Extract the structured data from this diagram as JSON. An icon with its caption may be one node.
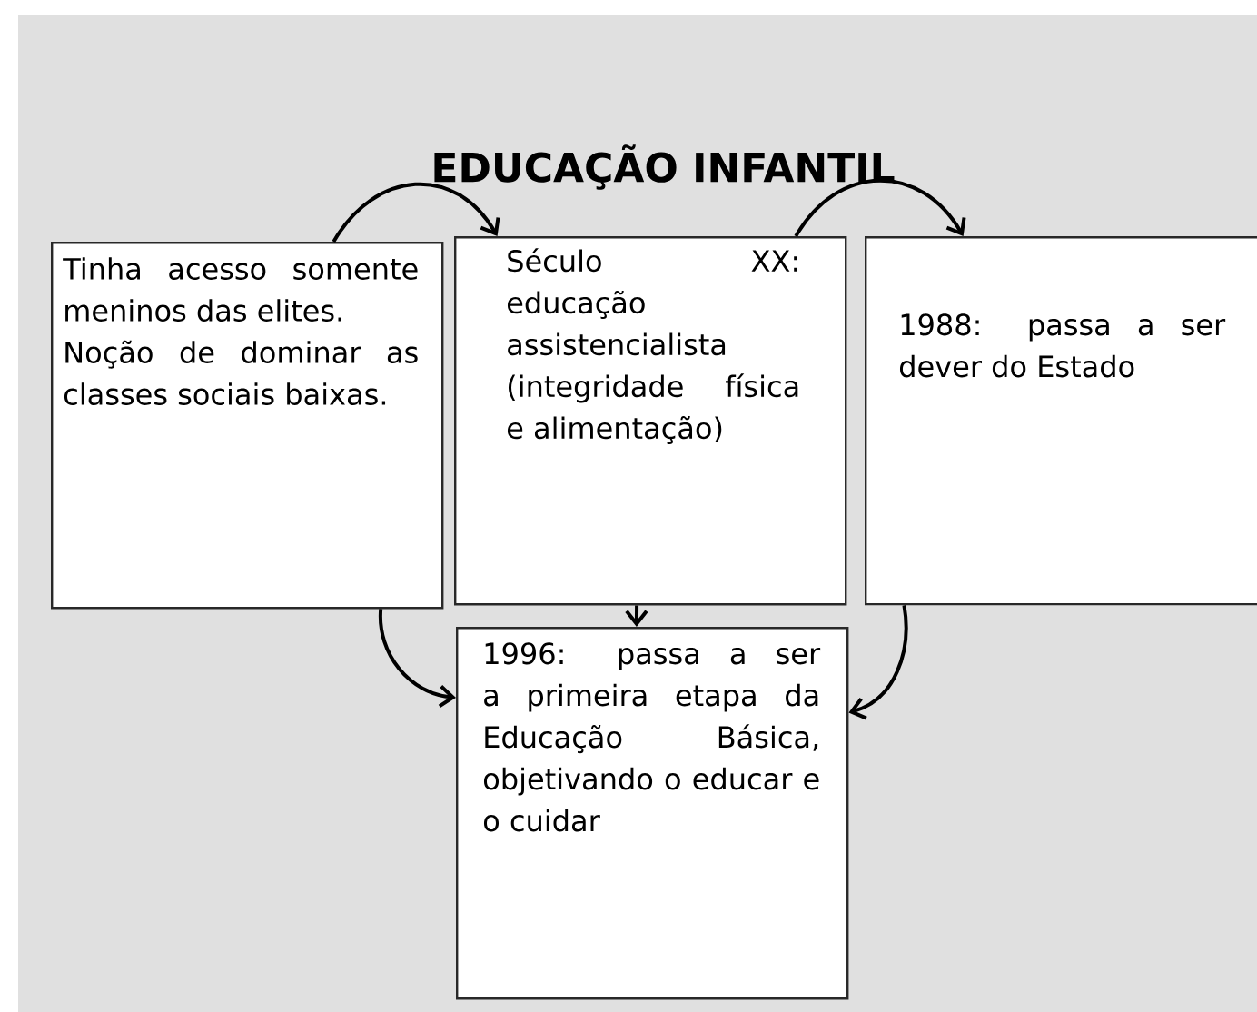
{
  "diagram": {
    "title": "EDUCAÇÃO INFANTIL",
    "nodes": [
      {
        "text": [
          "Tinha acesso somente meninos das elites.",
          "Noção de dominar as classes sociais baixas."
        ]
      },
      {
        "text": [
          "Século XX: educação assistencialista (integridade física e alimentação)"
        ]
      },
      {
        "text": [
          "1988: passa a ser dever do Estado"
        ]
      },
      {
        "text": [
          "1996: passa a ser a primeira etapa da Educação Básica, objetivando o educar e o cuidar"
        ]
      }
    ],
    "edges": [
      {
        "from": 0,
        "to": 1,
        "arrow": "to"
      },
      {
        "from": 1,
        "to": 2,
        "arrow": "to"
      },
      {
        "from": 0,
        "to": 3,
        "arrow": "to"
      },
      {
        "from": 1,
        "to": 3,
        "arrow": "to"
      },
      {
        "from": 2,
        "to": 3,
        "arrow": "to"
      }
    ]
  }
}
